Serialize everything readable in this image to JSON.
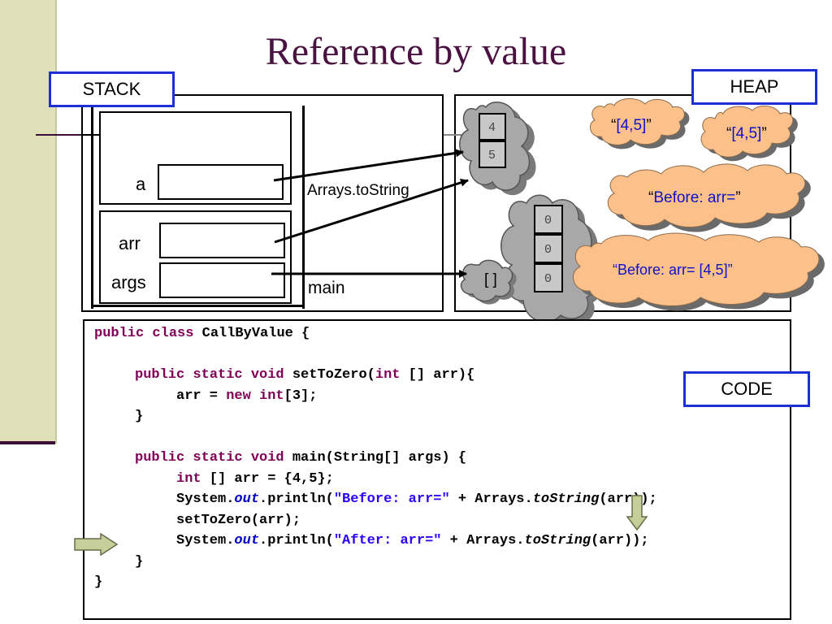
{
  "title": "Reference by value",
  "labels": {
    "stack": "STACK",
    "heap": "HEAP",
    "code": "CODE"
  },
  "stack": {
    "var_a": "a",
    "var_arr": "arr",
    "var_args": "args",
    "frame_tostring": "Arrays.toString",
    "frame_main": "main"
  },
  "heap": {
    "array_4_5": [
      "4",
      "5"
    ],
    "array_zeros": [
      "0",
      "0",
      "0"
    ],
    "empty_array": "[ ]",
    "str_a_open": "“",
    "str_a_value": "[4,5]",
    "str_a_close": "”",
    "str_b_open": "“",
    "str_b_value": "[4,5]",
    "str_b_close": "”",
    "str_before_open": "“",
    "str_before_value": "Before: arr=",
    "str_before_close": "”",
    "str_before_full": "“Before: arr= [4,5]”"
  },
  "code": {
    "l1_kw": "public class ",
    "l1_rest": "CallByValue {",
    "l2_kw": "public static void ",
    "l2_mid": "setToZero(",
    "l2_kw2": "int",
    "l2_rest": " [] arr){",
    "l3_pre": "arr = ",
    "l3_kw": "new int",
    "l3_rest": "[3];",
    "l4": "}",
    "l5_kw": "public static void ",
    "l5_rest": "main(String[] args) {",
    "l6_kw": "int",
    "l6_rest": " [] arr = {4,5};",
    "l7_pre": "System.",
    "l7_fld": "out",
    "l7_mid": ".println(",
    "l7_str": "\"Before: arr=\"",
    "l7_mid2": " + Arrays.",
    "l7_itl": "toString",
    "l7_rest": "(arr));",
    "l8": "setToZero(arr);",
    "l9_pre": "System.",
    "l9_fld": "out",
    "l9_mid": ".println(",
    "l9_str": "\"After: arr=\"",
    "l9_mid2": " + Arrays.",
    "l9_itl": "toString",
    "l9_rest": "(arr));",
    "l10": "}",
    "l11": "}"
  },
  "colors": {
    "accent": "#1f2fd6",
    "title": "#4a1240",
    "cloud_orange": "#fcc08a",
    "cloud_gray": "#a8a8a8",
    "keyword": "#7f0055",
    "string": "#2a00ff",
    "arrow_green": "#c6cf9a"
  },
  "icons": {
    "current_line_arrow": "right-arrow-icon",
    "execution_pointer": "down-arrow-icon"
  }
}
